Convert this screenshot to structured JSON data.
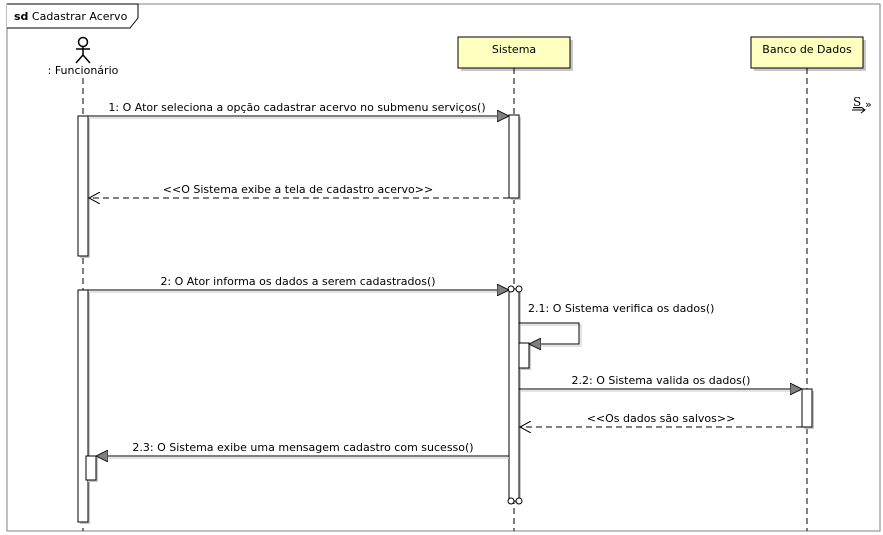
{
  "frame": {
    "keyword": "sd",
    "name": "Cadastrar Acervo"
  },
  "lifelines": {
    "actor": {
      "label": ": Funcionário"
    },
    "sistema": {
      "label": "Sistema"
    },
    "banco": {
      "label": "Banco de Dados"
    }
  },
  "messages": [
    {
      "id": "m1",
      "label": "1: O Ator seleciona a opção cadastrar acervo no submenu serviços()"
    },
    {
      "id": "m1r",
      "label": "<<O Sistema exibe a tela de cadastro acervo>>"
    },
    {
      "id": "m2",
      "label": "2: O Ator informa os dados a serem cadastrados()"
    },
    {
      "id": "m21",
      "label": "2.1: O Sistema verifica os dados()"
    },
    {
      "id": "m22",
      "label": "2.2: O Sistema valida os dados()"
    },
    {
      "id": "m22r",
      "label": "<<Os dados são salvos>>"
    },
    {
      "id": "m23",
      "label": "2.3: O Sistema exibe uma mensagem cadastro com sucesso()"
    }
  ],
  "corner_icon": {
    "letter": "S",
    "suffix": "»",
    "icon": "sequence-diagram-icon"
  },
  "colors": {
    "lifeline_box": "#ffffc0",
    "line": "#000000",
    "shadow": "#c8c8c8",
    "frame_border": "#808080"
  }
}
